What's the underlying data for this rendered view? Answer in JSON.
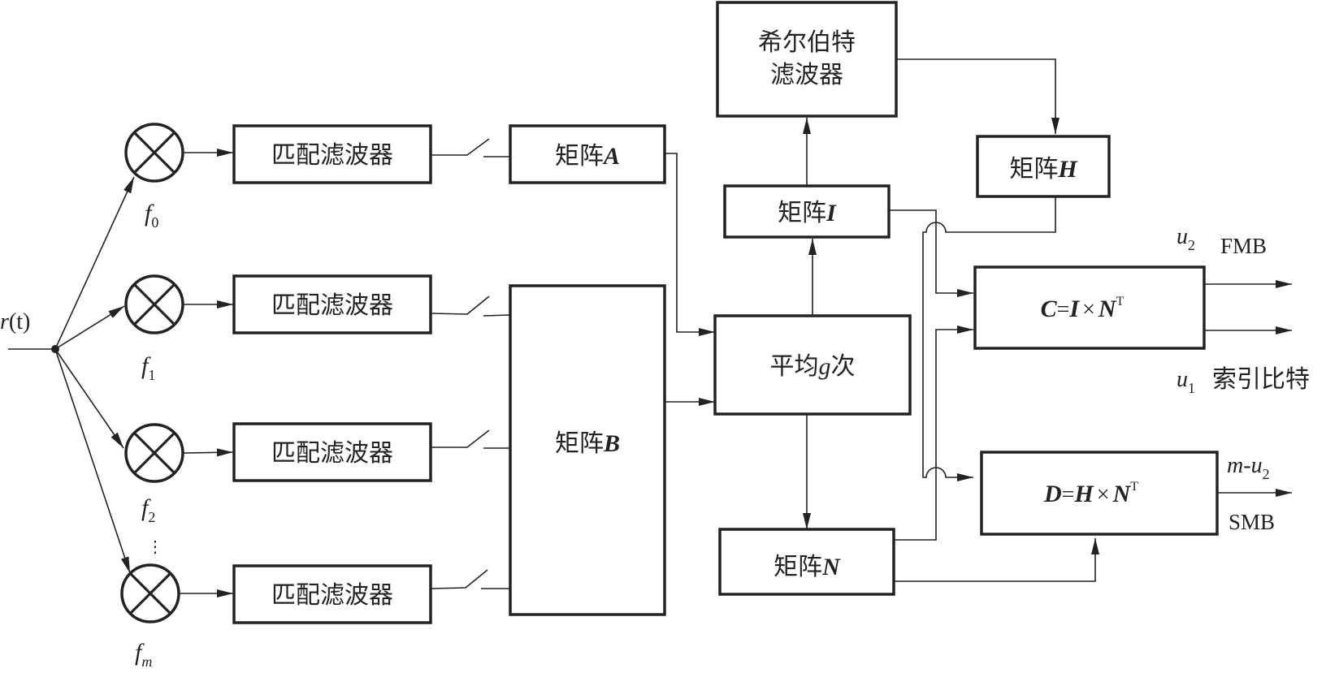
{
  "diagram": {
    "input_signal": {
      "base": "r",
      "arg": "(t)"
    },
    "mixers": [
      {
        "label_base": "f",
        "label_sub": "0"
      },
      {
        "label_base": "f",
        "label_sub": "1"
      },
      {
        "label_base": "f",
        "label_sub": "2"
      },
      {
        "label_base": "f",
        "label_sub": "m"
      }
    ],
    "ellipsis": "⋮",
    "matched_filters": [
      {
        "label": "匹配滤波器"
      },
      {
        "label": "匹配滤波器"
      },
      {
        "label": "匹配滤波器"
      },
      {
        "label": "匹配滤波器"
      }
    ],
    "matrix_A": {
      "prefix": "矩阵",
      "symbol": "A"
    },
    "matrix_B": {
      "prefix": "矩阵",
      "symbol": "B"
    },
    "average": {
      "prefix": "平均",
      "var": "g",
      "suffix": "次"
    },
    "hilbert": {
      "line1": "希尔伯特",
      "line2": "滤波器"
    },
    "matrix_I": {
      "prefix": "矩阵",
      "symbol": "I"
    },
    "matrix_H": {
      "prefix": "矩阵",
      "symbol": "H"
    },
    "matrix_N": {
      "prefix": "矩阵",
      "symbol": "N"
    },
    "block_C": {
      "lhs": "C",
      "eq": "=",
      "a": "I",
      "times": "×",
      "b": "N",
      "sup": "T"
    },
    "block_D": {
      "lhs": "D",
      "eq": "=",
      "a": "H",
      "times": "×",
      "b": "N",
      "sup": "T"
    },
    "outputs": {
      "u2": {
        "base": "u",
        "sub": "2",
        "desc": "FMB"
      },
      "u1": {
        "base": "u",
        "sub": "1",
        "desc": "索引比特"
      },
      "smb": {
        "expr_m": "m",
        "dash": "-",
        "base": "u",
        "sub": "2",
        "desc": "SMB"
      }
    }
  }
}
